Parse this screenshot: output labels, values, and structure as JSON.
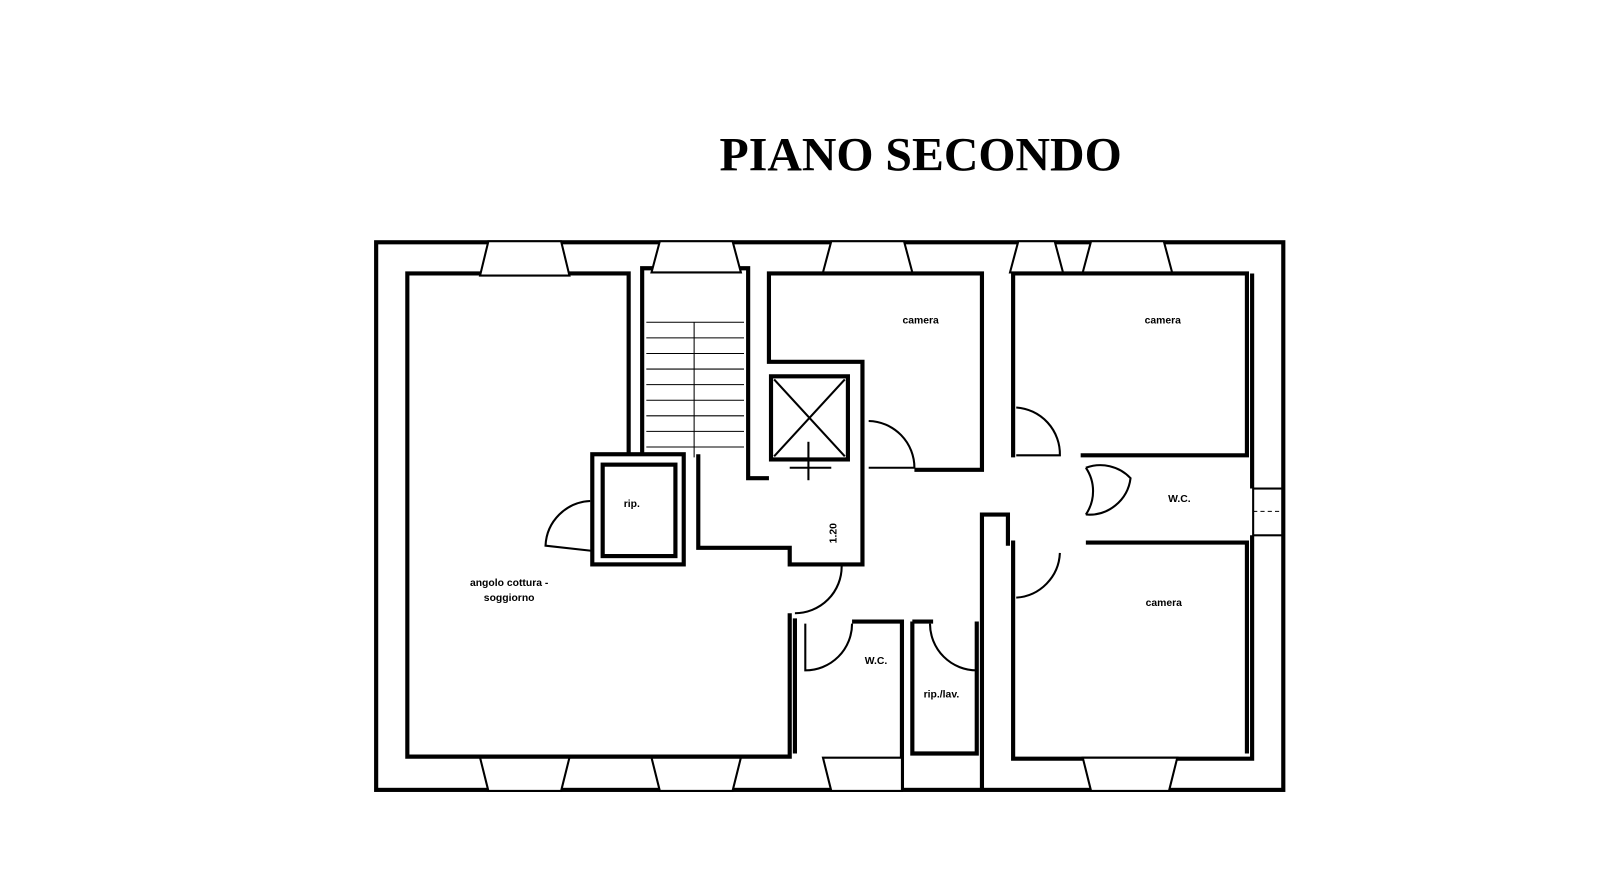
{
  "title": "PIANO SECONDO",
  "rooms": {
    "living": [
      "angolo cottura -",
      "soggiorno"
    ],
    "storage": "rip.",
    "camera_1": "camera",
    "camera_2": "camera",
    "camera_3": "camera",
    "wc_1": "W.C.",
    "wc_2": "W.C.",
    "storage_laundry": "rip./lav.",
    "dimension": "1.20"
  }
}
